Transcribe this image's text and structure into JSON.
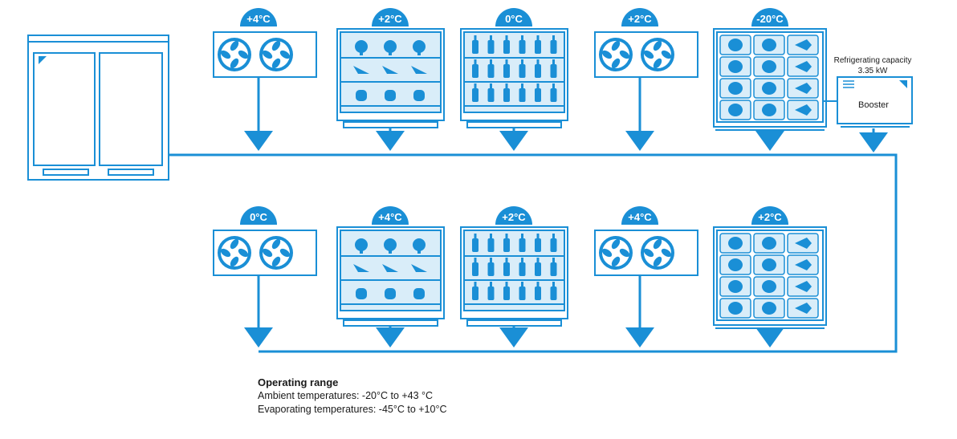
{
  "colors": {
    "accent": "#1a8fd6",
    "light": "#d9edf9",
    "text": "#1a1a1a"
  },
  "top_row": [
    {
      "type": "fan-unit",
      "temperature": "+4°C"
    },
    {
      "type": "produce-showcase",
      "temperature": "+2°C"
    },
    {
      "type": "bottle-showcase",
      "temperature": "0°C"
    },
    {
      "type": "fan-unit",
      "temperature": "+2°C"
    },
    {
      "type": "freezer-cabinet",
      "temperature": "-20°C"
    }
  ],
  "bottom_row": [
    {
      "type": "fan-unit",
      "temperature": "0°C"
    },
    {
      "type": "produce-showcase",
      "temperature": "+4°C"
    },
    {
      "type": "bottle-showcase",
      "temperature": "+2°C"
    },
    {
      "type": "fan-unit",
      "temperature": "+4°C"
    },
    {
      "type": "freezer-cabinet",
      "temperature": "+2°C"
    }
  ],
  "booster": {
    "capacity_label": "Refrigerating capacity",
    "capacity_value": "3.35 kW",
    "name": "Booster"
  },
  "operating_range": {
    "title": "Operating range",
    "ambient": "Ambient temperatures: -20°C to +43 °C",
    "evaporating": "Evaporating temperatures: -45°C to +10°C"
  }
}
